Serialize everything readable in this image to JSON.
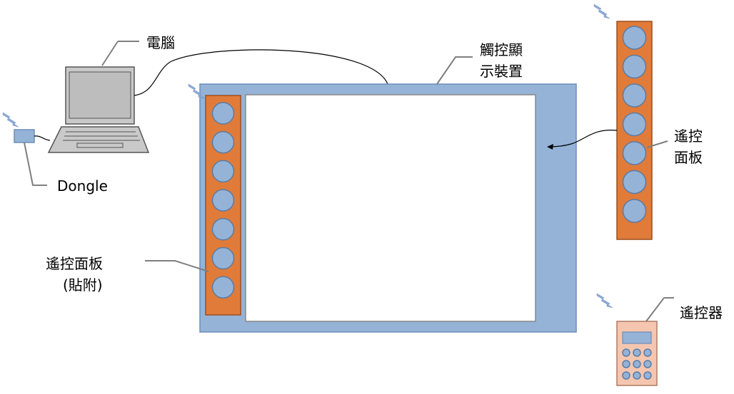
{
  "labels": {
    "computer": "電腦",
    "touch_display_line1": "觸控顯",
    "touch_display_line2": "示裝置",
    "dongle": "Dongle",
    "remote_panel_attached_line1": "遙控面板",
    "remote_panel_attached_line2": "(貼附)",
    "remote_panel_line1": "遙控",
    "remote_panel_line2": "面板",
    "remote_controller": "遙控器"
  },
  "icons": {
    "laptop": "laptop-icon",
    "dongle": "usb-dongle-icon",
    "wireless": "wireless-signal-icon",
    "button": "circle-button-icon"
  },
  "colors": {
    "display_frame": "#95b3d7",
    "display_frame_border": "#6d8eb8",
    "screen": "#ffffff",
    "panel": "#e07b39",
    "panel_border": "#9c4f1e",
    "button": "#95b3d7",
    "button_border": "#5a7ca6",
    "remote_body": "#f4c6b0",
    "remote_border": "#b07a62",
    "laptop_body": "#c9c9c9",
    "laptop_border": "#555555",
    "signal": "#8eaadb",
    "connector": "#7f7f7f"
  },
  "panels": {
    "attached_button_count": 7,
    "standalone_button_count": 7
  },
  "remote": {
    "key_rows": 3,
    "key_cols": 3
  }
}
